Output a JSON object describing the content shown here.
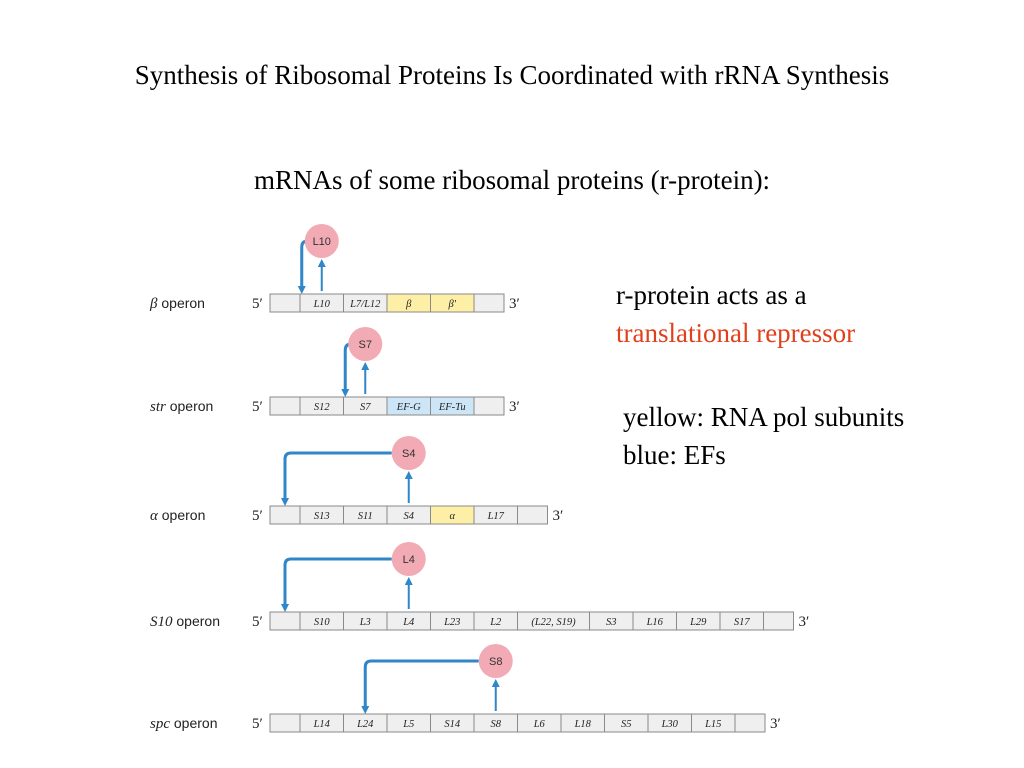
{
  "title": "Synthesis of Ribosomal Proteins Is Coordinated with rRNA Synthesis",
  "subtitle": "mRNAs of some ribosomal proteins (r-protein):",
  "repressor_line1": "r-protein acts as a",
  "repressor_line2": "translational repressor",
  "legend_yellow": "yellow: RNA pol subunits",
  "legend_blue": "blue: EFs",
  "colors": {
    "yellow_gene": "#fdf0a6",
    "blue_gene": "#cde6f7",
    "plain_gene": "#efefef",
    "gene_border": "#8a8a8a",
    "arrow_blue": "#2f86c8",
    "protein_circle": "#f2aab4",
    "accent_red": "#e0401c"
  },
  "icons": {
    "repressor_circle": "circle",
    "feedback_arrow": "bent-arrow-down",
    "release_arrow": "arrow-up"
  },
  "operons": [
    {
      "name_prefix": "β",
      "name_prefix_italic": true,
      "name_suffix": " operon",
      "five_prime": "5′",
      "three_prime": "3′",
      "genes": [
        {
          "label": "",
          "color": "plain"
        },
        {
          "label": "L10",
          "color": "plain"
        },
        {
          "label": "L7/L12",
          "color": "plain"
        },
        {
          "label": "β",
          "color": "yellow"
        },
        {
          "label": "β′",
          "color": "yellow"
        },
        {
          "label": "",
          "color": "plain"
        }
      ],
      "repressor": "L10",
      "repressor_gene_index": 1,
      "arrow_target_gene_index": 0
    },
    {
      "name_prefix": "str",
      "name_prefix_italic": true,
      "name_suffix": " operon",
      "five_prime": "5′",
      "three_prime": "3′",
      "genes": [
        {
          "label": "",
          "color": "plain"
        },
        {
          "label": "S12",
          "color": "plain"
        },
        {
          "label": "S7",
          "color": "plain"
        },
        {
          "label": "EF-G",
          "color": "blue"
        },
        {
          "label": "EF-Tu",
          "color": "blue"
        },
        {
          "label": "",
          "color": "plain"
        }
      ],
      "repressor": "S7",
      "repressor_gene_index": 2,
      "arrow_target_gene_index": 2
    },
    {
      "name_prefix": "α",
      "name_prefix_italic": true,
      "name_suffix": " operon",
      "five_prime": "5′",
      "three_prime": "3′",
      "genes": [
        {
          "label": "",
          "color": "plain"
        },
        {
          "label": "S13",
          "color": "plain"
        },
        {
          "label": "S11",
          "color": "plain"
        },
        {
          "label": "S4",
          "color": "plain"
        },
        {
          "label": "α",
          "color": "yellow"
        },
        {
          "label": "L17",
          "color": "plain"
        },
        {
          "label": "",
          "color": "plain"
        }
      ],
      "repressor": "S4",
      "repressor_gene_index": 3,
      "arrow_target_gene_index": 0
    },
    {
      "name_prefix": "S10",
      "name_prefix_italic": true,
      "name_suffix": " operon",
      "five_prime": "5′",
      "three_prime": "3′",
      "genes": [
        {
          "label": "",
          "color": "plain"
        },
        {
          "label": "S10",
          "color": "plain"
        },
        {
          "label": "L3",
          "color": "plain"
        },
        {
          "label": "L4",
          "color": "plain"
        },
        {
          "label": "L23",
          "color": "plain"
        },
        {
          "label": "L2",
          "color": "plain"
        },
        {
          "label": "(L22, S19)",
          "color": "plain"
        },
        {
          "label": "S3",
          "color": "plain"
        },
        {
          "label": "L16",
          "color": "plain"
        },
        {
          "label": "L29",
          "color": "plain"
        },
        {
          "label": "S17",
          "color": "plain"
        },
        {
          "label": "",
          "color": "plain"
        }
      ],
      "repressor": "L4",
      "repressor_gene_index": 3,
      "arrow_target_gene_index": 0
    },
    {
      "name_prefix": "spc",
      "name_prefix_italic": true,
      "name_suffix": " operon",
      "five_prime": "5′",
      "three_prime": "3′",
      "genes": [
        {
          "label": "",
          "color": "plain"
        },
        {
          "label": "L14",
          "color": "plain"
        },
        {
          "label": "L24",
          "color": "plain"
        },
        {
          "label": "L5",
          "color": "plain"
        },
        {
          "label": "S14",
          "color": "plain"
        },
        {
          "label": "S8",
          "color": "plain"
        },
        {
          "label": "L6",
          "color": "plain"
        },
        {
          "label": "L18",
          "color": "plain"
        },
        {
          "label": "S5",
          "color": "plain"
        },
        {
          "label": "L30",
          "color": "plain"
        },
        {
          "label": "L15",
          "color": "plain"
        },
        {
          "label": "",
          "color": "plain"
        }
      ],
      "repressor": "S8",
      "repressor_gene_index": 5,
      "arrow_target_gene_index": 2
    }
  ]
}
